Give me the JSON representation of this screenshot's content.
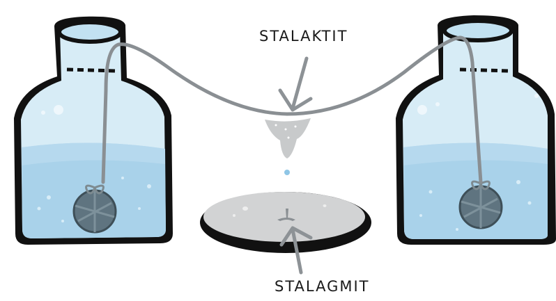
{
  "labels": {
    "stalactite": "STALAKTIT",
    "stalagmite": "STALAGMIT"
  },
  "colors": {
    "outline": "#111111",
    "glass_light": "#d7ecf6",
    "water": "#a9d2ea",
    "water_dark": "#8fc1df",
    "string": "#8a8f93",
    "stone": "#5f7480",
    "plate": "#d2d3d4",
    "arrow": "#8d9296",
    "crystal": "#c8cacb"
  },
  "icons": [
    "jar",
    "string",
    "weight-stone",
    "plate",
    "arrow",
    "water-drop"
  ]
}
